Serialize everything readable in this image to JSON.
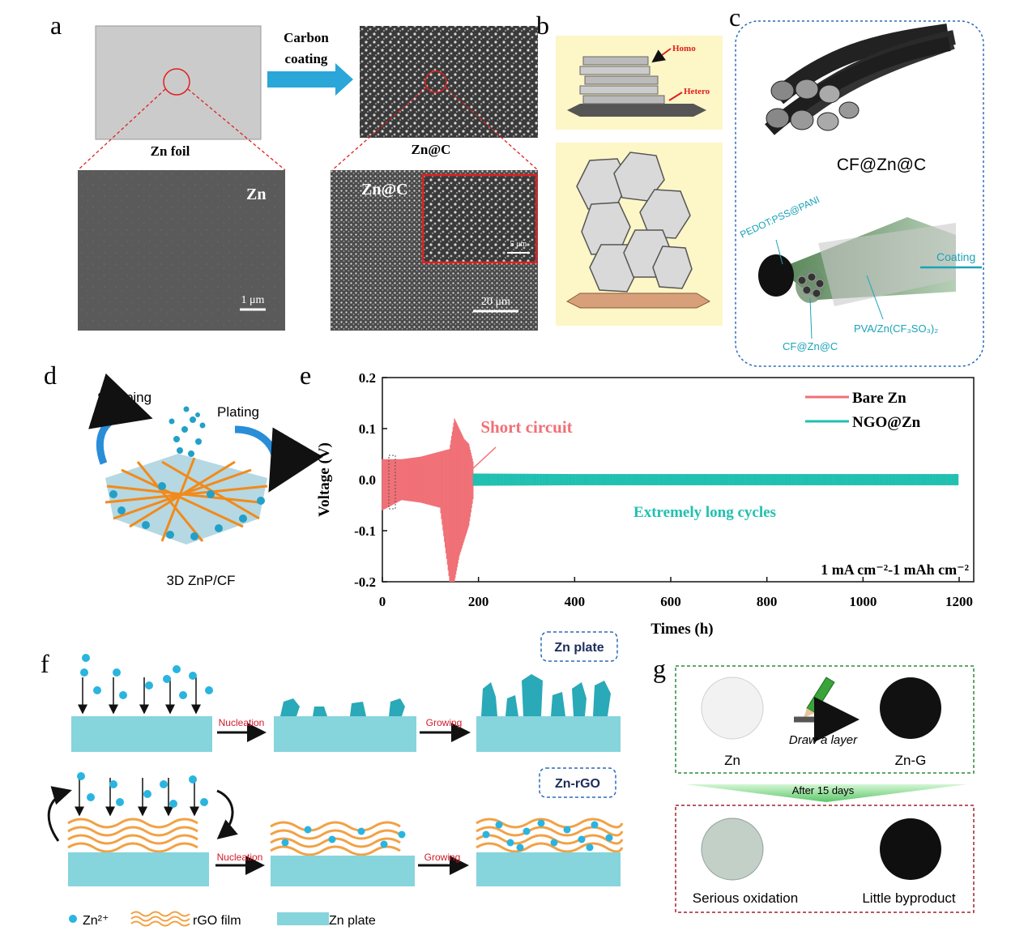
{
  "panels": {
    "a": {
      "letter": "a",
      "zn_foil_label": "Zn foil",
      "arrow_label_line1": "Carbon",
      "arrow_label_line2": "coating",
      "znc_label": "Zn@C",
      "sem_zn_label": "Zn",
      "sem_zn_scale": "1 μm",
      "sem_znc_label": "Zn@C",
      "sem_znc_inset_scale": "5 μm",
      "sem_znc_scale": "20 μm"
    },
    "b": {
      "letter": "b",
      "homo_label": "Homo",
      "hetero_label": "Hetero"
    },
    "c": {
      "letter": "c",
      "title": "CF@Zn@C",
      "pedot_label": "PEDOT:PSS@PANI",
      "coating_label": "Coating",
      "cf_label": "CF@Zn@C",
      "pva_label": "PVA/Zn(CF₃SO₃)₂"
    },
    "d": {
      "letter": "d",
      "stripping": "Stripping",
      "plating": "Plating",
      "caption": "3D ZnP/CF"
    },
    "f": {
      "letter": "f",
      "zn_plate_box": "Zn plate",
      "zn_rgo_box": "Zn-rGO",
      "nucleation": "Nucleation",
      "growing": "Growing",
      "legend": {
        "zn_ion": "Zn²⁺",
        "rgo": "rGO film",
        "plate": "Zn plate"
      }
    },
    "g": {
      "letter": "g",
      "zn": "Zn",
      "draw": "Draw a layer",
      "zng": "Zn-G",
      "after": "After 15 days",
      "oxidation": "Serious oxidation",
      "byproduct": "Little byproduct"
    }
  },
  "colors": {
    "bare_zn": "#f07077",
    "ngo_zn": "#20c0b0",
    "plate": "#86d4dc",
    "rgo": "#f2a144",
    "zn_ion": "#2ab4e0",
    "arrow_blue": "#2aa6d9"
  },
  "chart_data": {
    "type": "line",
    "panel_letter": "e",
    "xlabel": "Times (h)",
    "ylabel": "Voltage (V)",
    "xlim": [
      0,
      1200
    ],
    "ylim": [
      -0.2,
      0.2
    ],
    "xticks": [
      "0",
      "200",
      "400",
      "600",
      "800",
      "1000",
      "1200"
    ],
    "yticks": [
      "0.2",
      "0.1",
      "0.0",
      "-0.1",
      "-0.2"
    ],
    "legend_position": "top-right",
    "condition": "1 mA cm⁻²-1 mAh cm⁻²",
    "annotations": [
      "Short circuit",
      "Extremely long cycles"
    ],
    "series": [
      {
        "name": "Bare Zn",
        "x": [
          0,
          40,
          80,
          120,
          140,
          150,
          160,
          170,
          180,
          190
        ],
        "amplitude": [
          0.04,
          0.04,
          0.045,
          0.055,
          0.06,
          0.12,
          0.1,
          0.08,
          0.07,
          0.03
        ],
        "min": [
          -0.06,
          -0.04,
          -0.045,
          -0.055,
          -0.2,
          -0.2,
          -0.15,
          -0.12,
          -0.09,
          -0.03
        ]
      },
      {
        "name": "NGO@Zn",
        "x": [
          190,
          400,
          600,
          800,
          1000,
          1200
        ],
        "amplitude": [
          0.012,
          0.011,
          0.011,
          0.011,
          0.011,
          0.011
        ],
        "min": [
          -0.012,
          -0.011,
          -0.011,
          -0.011,
          -0.011,
          -0.011
        ]
      }
    ]
  }
}
